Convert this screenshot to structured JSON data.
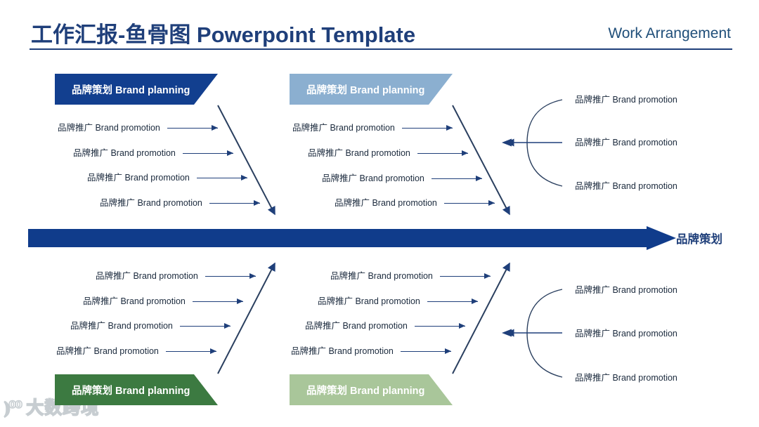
{
  "header": {
    "title": "工作汇报-鱼骨图 Powerpoint Template",
    "subtitle": "Work Arrangement",
    "accent_color": "#1f3f7a"
  },
  "spine": {
    "label": "品牌策划",
    "color": "#103c8b"
  },
  "banners": [
    {
      "id": "top-left",
      "label": "品牌策划 Brand planning",
      "color": "#123f8f"
    },
    {
      "id": "top-right",
      "label": "品牌策划 Brand planning",
      "color": "#8bafd0"
    },
    {
      "id": "bottom-left",
      "label": "品牌策划 Brand planning",
      "color": "#3c7a41"
    },
    {
      "id": "bottom-right",
      "label": "品牌策划 Brand planning",
      "color": "#a9c69a"
    }
  ],
  "quadrants": {
    "top_left": {
      "items": [
        "品牌推广 Brand promotion",
        "品牌推广 Brand promotion",
        "品牌推广 Brand promotion",
        "品牌推广 Brand promotion"
      ]
    },
    "top_right": {
      "items": [
        "品牌推广 Brand promotion",
        "品牌推广 Brand promotion",
        "品牌推广 Brand promotion",
        "品牌推广 Brand promotion"
      ]
    },
    "bottom_left": {
      "items": [
        "品牌推广 Brand promotion",
        "品牌推广 Brand promotion",
        "品牌推广 Brand promotion",
        "品牌推广 Brand promotion"
      ]
    },
    "bottom_right": {
      "items": [
        "品牌推广 Brand promotion",
        "品牌推广 Brand promotion",
        "品牌推广 Brand promotion",
        "品牌推广 Brand promotion"
      ]
    }
  },
  "brace_groups": {
    "top_right_brace": {
      "items": [
        "品牌推广 Brand promotion",
        "品牌推广 Brand promotion",
        "品牌推广 Brand promotion"
      ]
    },
    "bottom_right_brace": {
      "items": [
        "品牌推广 Brand promotion",
        "品牌推广 Brand promotion",
        "品牌推广 Brand promotion"
      ]
    }
  },
  "watermark": {
    "mark": "⦆⁰⁰",
    "text": "大数跨境"
  }
}
